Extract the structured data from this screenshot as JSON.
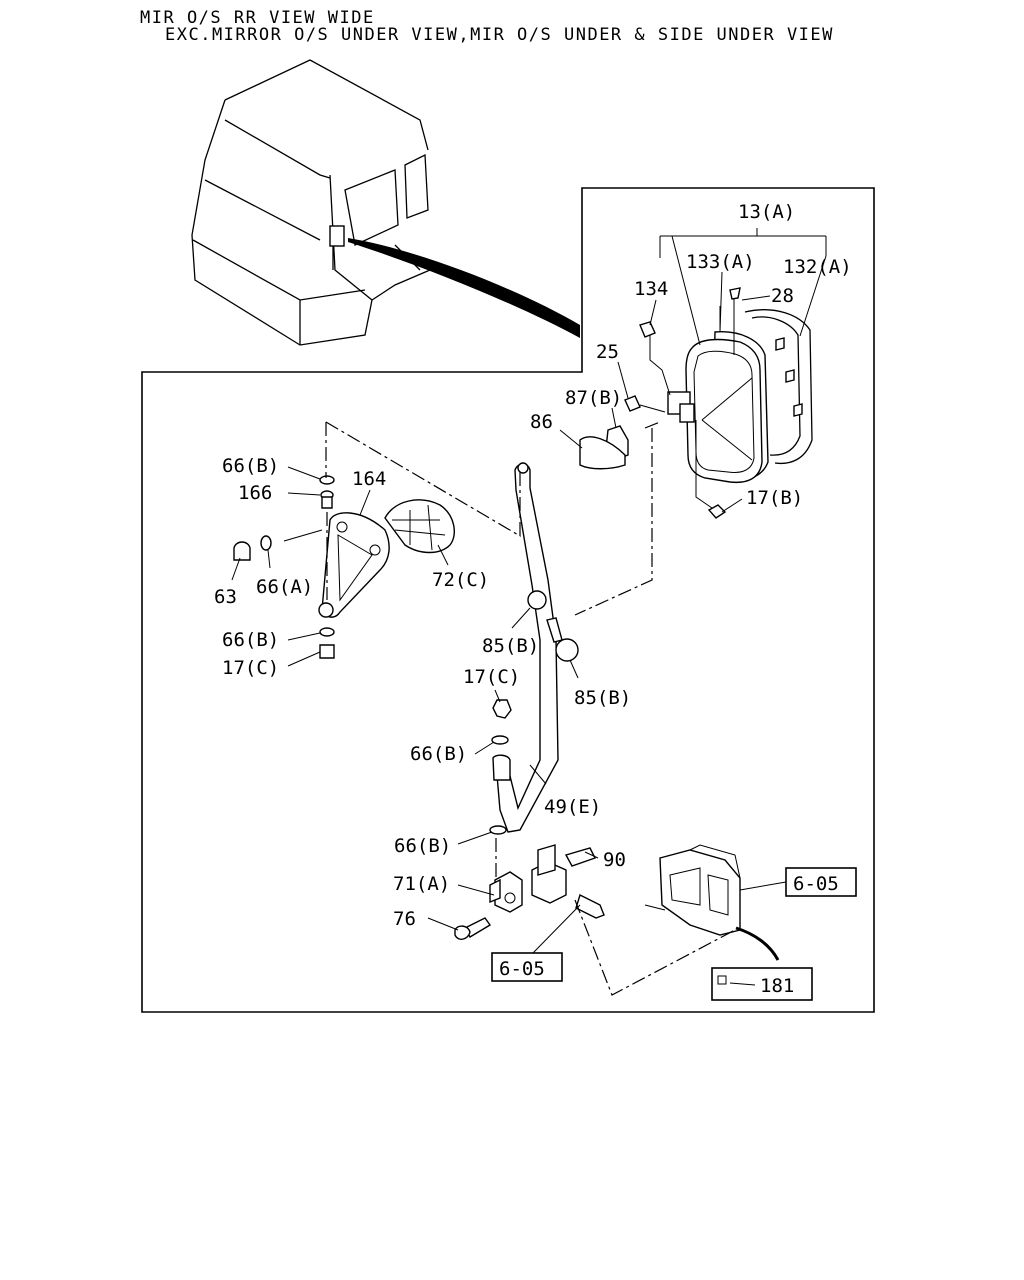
{
  "header": {
    "line1": "MIR O/S RR VIEW WIDE",
    "line2": "EXC.MIRROR O/S UNDER VIEW,MIR O/S UNDER & SIDE UNDER VIEW"
  },
  "labels": {
    "p13a": "13(A)",
    "p133a": "133(A)",
    "p132a": "132(A)",
    "p134": "134",
    "p28": "28",
    "p25": "25",
    "p87b": "87(B)",
    "p86": "86",
    "p17b": "17(B)",
    "p66b_1": "66(B)",
    "p166": "166",
    "p164": "164",
    "p63": "63",
    "p66a": "66(A)",
    "p72c": "72(C)",
    "p66b_2": "66(B)",
    "p17c_1": "17(C)",
    "p85b_1": "85(B)",
    "p85b_2": "85(B)",
    "p17c_2": "17(C)",
    "p66b_3": "66(B)",
    "p49e": "49(E)",
    "p66b_4": "66(B)",
    "p90": "90",
    "p71a": "71(A)",
    "p76": "76",
    "ref605_a": "6-05",
    "ref605_b": "6-05",
    "p181": "181"
  }
}
